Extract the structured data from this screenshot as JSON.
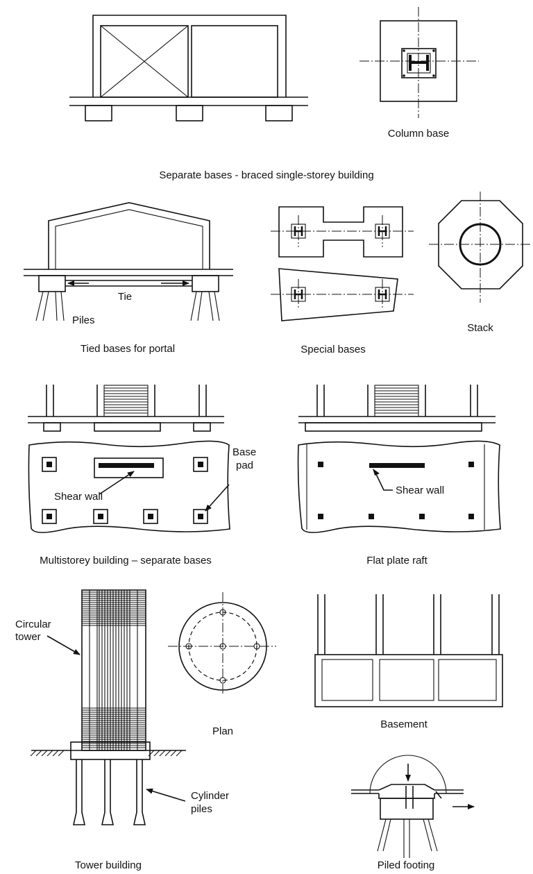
{
  "labels": {
    "column_base": "Column base",
    "separate_bases_braced": "Separate bases - braced single-storey building",
    "tie": "Tie",
    "piles": "Piles",
    "tied_bases_portal": "Tied bases for portal",
    "special_bases": "Special bases",
    "stack": "Stack",
    "base": "Base",
    "pad": "pad",
    "shear_wall_left": "Shear wall",
    "shear_wall_right": "Shear wall",
    "multistorey_separate": "Multistorey building – separate bases",
    "flat_plate_raft": "Flat plate raft",
    "circular": "Circular",
    "tower": "tower",
    "plan": "Plan",
    "basement": "Basement",
    "cylinder": "Cylinder",
    "piles_cyl": "piles",
    "tower_building": "Tower building",
    "piled_footing": "Piled footing"
  }
}
